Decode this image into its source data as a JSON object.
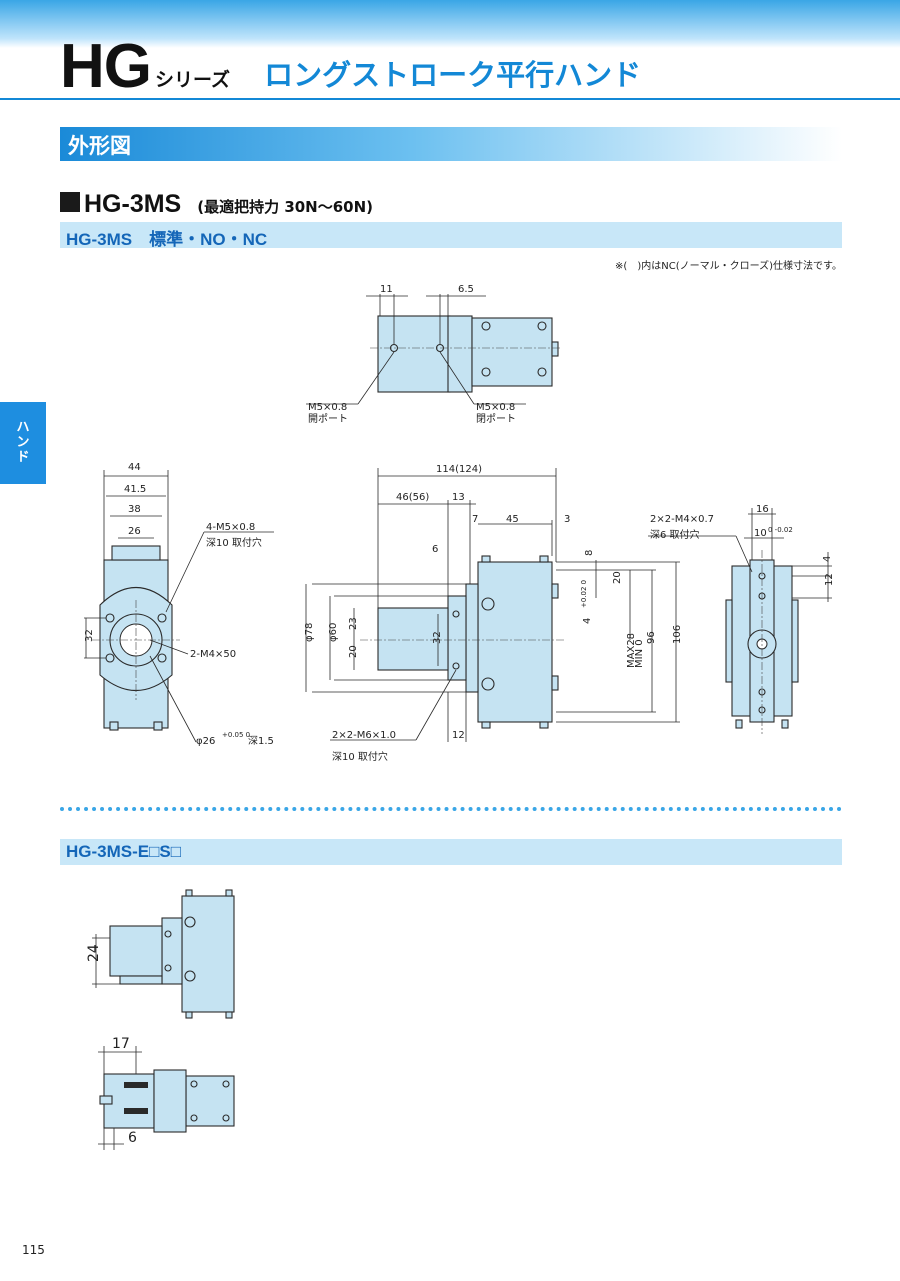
{
  "header": {
    "series_code": "HG",
    "series_word": "シリーズ",
    "product_name": "ロングストローク平行ハンド"
  },
  "section": {
    "title": "外形図"
  },
  "model": {
    "code": "HG-3MS",
    "note": "(最適把持力 30N〜60N)"
  },
  "sub1": {
    "title": "HG-3MS　標準・NO・NC",
    "note": "※(　)内はNC(ノーマル・クローズ)仕様寸法です。"
  },
  "side_tab": {
    "label": "ハンド"
  },
  "drawing_top": {
    "d1": "11",
    "d2": "6.5",
    "port1": "M5×0.8",
    "port1b": "開ポート",
    "port2": "M5×0.8",
    "port2b": "閉ポート"
  },
  "drawing_left": {
    "w44": "44",
    "w415": "41.5",
    "w38": "38",
    "w26": "26",
    "h32": "32",
    "holes": "4-M5×0.8",
    "holes_b": "深10 取付穴",
    "screws": "2-M4×50",
    "bore": "φ26",
    "bore_tol": "+0.05 0",
    "bore_depth": "深1.5"
  },
  "drawing_front": {
    "len": "114(124)",
    "d46": "46(56)",
    "d13": "13",
    "d7": "7",
    "d45": "45",
    "d3": "3",
    "d6": "6",
    "d8": "8",
    "d20r": "20",
    "d4": "4",
    "d4tol": "+0.02 0",
    "phi78": "φ78",
    "phi60": "φ60",
    "d23": "23",
    "d20": "20",
    "d32": "32",
    "max": "MAX28",
    "min": "MIN 0",
    "d96": "96",
    "d106": "106",
    "tap": "2×2-M6×1.0",
    "tap_b": "深10 取付穴",
    "d12": "12"
  },
  "drawing_right": {
    "d16": "16",
    "d10": "10",
    "d10tol": "0 -0.02",
    "tap": "2×2-M4×0.7",
    "tap_b": "深6 取付穴",
    "d4": "4",
    "d12": "12"
  },
  "sub2": {
    "title": "HG-3MS-E□S□"
  },
  "drawing_e": {
    "d24": "24",
    "d17": "17",
    "d6": "6"
  },
  "page": {
    "number": "115"
  }
}
